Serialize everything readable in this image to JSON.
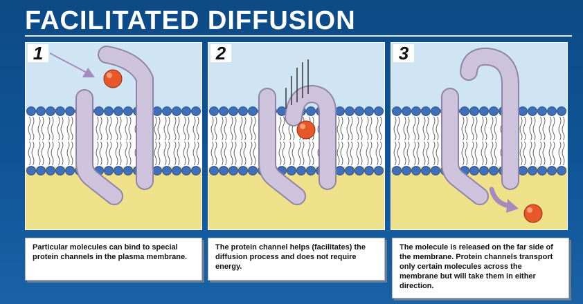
{
  "title": "FACILITATED DIFFUSION",
  "panels": [
    {
      "step": "1",
      "caption": "Particular molecules can bind to special protein channels in the plasma membrane."
    },
    {
      "step": "2",
      "caption": "The protein channel helps (facilitates) the diffusion process and does not require energy."
    },
    {
      "step": "3",
      "caption": "The molecule is released on the far side of the membrane.  Protein channels transport only certain molecules across the membrane but will take them in either direction."
    }
  ],
  "colors": {
    "background": "#0f4f8d",
    "sky": "#cfe5f3",
    "cytoplasm": "#efe08a",
    "protein": "#cdc3dd",
    "protein_edge": "#8f84a8",
    "phospholipid_head": "#3f6fb8",
    "molecule": "#e8572a",
    "arrow": "#a58bbd"
  }
}
